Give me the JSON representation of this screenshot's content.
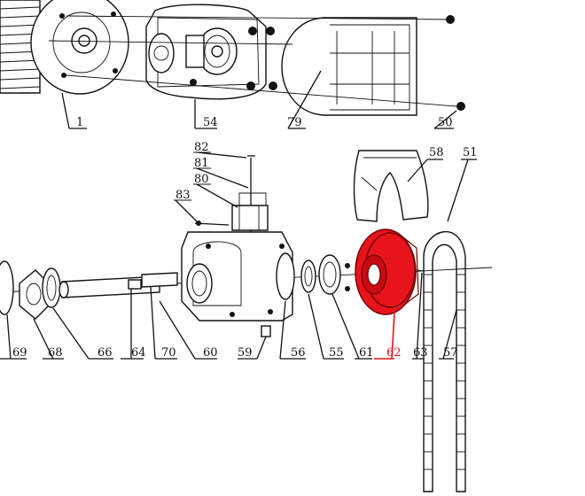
{
  "diagram": {
    "highlight_color": "#e8141c",
    "labels": {
      "l1": "1",
      "l54": "54",
      "l79": "79",
      "l50": "50",
      "l82": "82",
      "l81": "81",
      "l80": "80",
      "l83": "83",
      "l58": "58",
      "l51": "51",
      "l69": "69",
      "l68": "68",
      "l66": "66",
      "l64": "64",
      "l70": "70",
      "l60": "60",
      "l59": "59",
      "l56": "56",
      "l55": "55",
      "l61": "61",
      "l62": "62",
      "l63": "63",
      "l57": "57"
    }
  }
}
